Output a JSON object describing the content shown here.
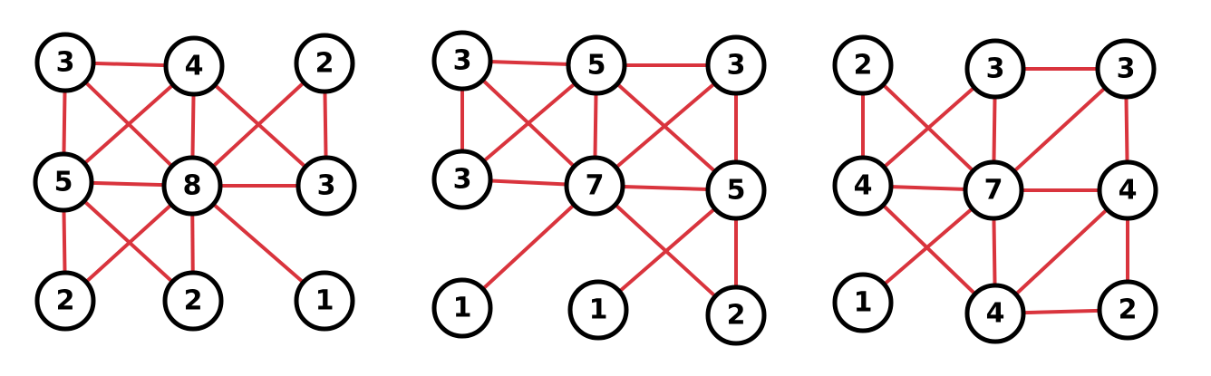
{
  "colors": {
    "edge": "#d9343d",
    "node_stroke": "#000000",
    "node_fill": "#ffffff",
    "background": "#ffffff"
  },
  "graphs": [
    {
      "name": "graph-1",
      "nodes": [
        {
          "id": "g1n1",
          "label": "3"
        },
        {
          "id": "g1n2",
          "label": "4"
        },
        {
          "id": "g1n3",
          "label": "2"
        },
        {
          "id": "g1n4",
          "label": "5"
        },
        {
          "id": "g1n5",
          "label": "8"
        },
        {
          "id": "g1n6",
          "label": "3"
        },
        {
          "id": "g1n7",
          "label": "2"
        },
        {
          "id": "g1n8",
          "label": "2"
        },
        {
          "id": "g1n9",
          "label": "1"
        }
      ],
      "edges": [
        [
          "g1n1",
          "g1n2"
        ],
        [
          "g1n1",
          "g1n4"
        ],
        [
          "g1n1",
          "g1n5"
        ],
        [
          "g1n2",
          "g1n4"
        ],
        [
          "g1n2",
          "g1n5"
        ],
        [
          "g1n2",
          "g1n6"
        ],
        [
          "g1n3",
          "g1n5"
        ],
        [
          "g1n3",
          "g1n6"
        ],
        [
          "g1n4",
          "g1n5"
        ],
        [
          "g1n4",
          "g1n7"
        ],
        [
          "g1n4",
          "g1n8"
        ],
        [
          "g1n5",
          "g1n6"
        ],
        [
          "g1n5",
          "g1n7"
        ],
        [
          "g1n5",
          "g1n8"
        ],
        [
          "g1n5",
          "g1n9"
        ]
      ]
    },
    {
      "name": "graph-2",
      "nodes": [
        {
          "id": "g2n1",
          "label": "3"
        },
        {
          "id": "g2n2",
          "label": "5"
        },
        {
          "id": "g2n3",
          "label": "3"
        },
        {
          "id": "g2n4",
          "label": "3"
        },
        {
          "id": "g2n5",
          "label": "7"
        },
        {
          "id": "g2n6",
          "label": "5"
        },
        {
          "id": "g2n7",
          "label": "1"
        },
        {
          "id": "g2n8",
          "label": "1"
        },
        {
          "id": "g2n9",
          "label": "2"
        }
      ],
      "edges": [
        [
          "g2n1",
          "g2n2"
        ],
        [
          "g2n1",
          "g2n4"
        ],
        [
          "g2n1",
          "g2n5"
        ],
        [
          "g2n2",
          "g2n3"
        ],
        [
          "g2n2",
          "g2n4"
        ],
        [
          "g2n2",
          "g2n5"
        ],
        [
          "g2n2",
          "g2n6"
        ],
        [
          "g2n3",
          "g2n5"
        ],
        [
          "g2n3",
          "g2n6"
        ],
        [
          "g2n4",
          "g2n5"
        ],
        [
          "g2n5",
          "g2n6"
        ],
        [
          "g2n5",
          "g2n7"
        ],
        [
          "g2n5",
          "g2n9"
        ],
        [
          "g2n6",
          "g2n8"
        ],
        [
          "g2n6",
          "g2n9"
        ]
      ]
    },
    {
      "name": "graph-3",
      "nodes": [
        {
          "id": "g3n1",
          "label": "2"
        },
        {
          "id": "g3n2",
          "label": "3"
        },
        {
          "id": "g3n3",
          "label": "3"
        },
        {
          "id": "g3n4",
          "label": "4"
        },
        {
          "id": "g3n5",
          "label": "7"
        },
        {
          "id": "g3n6",
          "label": "4"
        },
        {
          "id": "g3n7",
          "label": "1"
        },
        {
          "id": "g3n8",
          "label": "4"
        },
        {
          "id": "g3n9",
          "label": "2"
        }
      ],
      "edges": [
        [
          "g3n1",
          "g3n4"
        ],
        [
          "g3n1",
          "g3n5"
        ],
        [
          "g3n2",
          "g3n3"
        ],
        [
          "g3n2",
          "g3n4"
        ],
        [
          "g3n2",
          "g3n5"
        ],
        [
          "g3n3",
          "g3n5"
        ],
        [
          "g3n3",
          "g3n6"
        ],
        [
          "g3n4",
          "g3n5"
        ],
        [
          "g3n4",
          "g3n8"
        ],
        [
          "g3n5",
          "g3n6"
        ],
        [
          "g3n5",
          "g3n7"
        ],
        [
          "g3n5",
          "g3n8"
        ],
        [
          "g3n6",
          "g3n8"
        ],
        [
          "g3n6",
          "g3n9"
        ],
        [
          "g3n8",
          "g3n9"
        ]
      ]
    }
  ]
}
